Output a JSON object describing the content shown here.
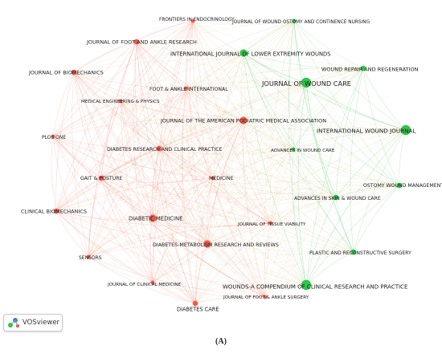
{
  "colors": {
    "red_cluster": "#f05a4a",
    "green_cluster": "#2ec548",
    "red_edge": "#f28b7d",
    "green_edge": "#5fd06f",
    "mixed_edge": "#c8a050"
  },
  "clusters": [
    {
      "id": "red",
      "color": "#f05a4a"
    },
    {
      "id": "green",
      "color": "#2ec548"
    }
  ],
  "nodes": [
    {
      "id": "frontiers",
      "label": "FRONTIERS IN ENDOCRINOLOGY",
      "cluster": "red",
      "weight": 1
    },
    {
      "id": "jwocn",
      "label": "JOURNAL OF WOUND OSTOMY AND CONTINENCE NURSING",
      "cluster": "green",
      "weight": 1
    },
    {
      "id": "jfas",
      "label": "JOURNAL OF FOOT AND ANKLE RESEARCH",
      "cluster": "red",
      "weight": 2
    },
    {
      "id": "ijlew",
      "label": "INTERNATIONAL JOURNAL OF LOWER EXTREMITY WOUNDS",
      "cluster": "green",
      "weight": 3
    },
    {
      "id": "wrr",
      "label": "WOUND REPAIR AND REGENERATION",
      "cluster": "green",
      "weight": 2
    },
    {
      "id": "jbiomech",
      "label": "JOURNAL OF BIOMECHANICS",
      "cluster": "red",
      "weight": 2
    },
    {
      "id": "jwc",
      "label": "JOURNAL OF WOUND CARE",
      "cluster": "green",
      "weight": 4
    },
    {
      "id": "foot_ankle",
      "label": "FOOT & ANKLE INTERNATIONAL",
      "cluster": "red",
      "weight": 1
    },
    {
      "id": "med_eng",
      "label": "MEDICAL ENGINEERING & PHYSICS",
      "cluster": "red",
      "weight": 1
    },
    {
      "id": "japma",
      "label": "JOURNAL OF THE AMERICAN PODIATRIC MEDICAL ASSOCIATION",
      "cluster": "red",
      "weight": 3
    },
    {
      "id": "iwj",
      "label": "INTERNATIONAL WOUND JOURNAL",
      "cluster": "green",
      "weight": 4
    },
    {
      "id": "plosone",
      "label": "PLOS ONE",
      "cluster": "red",
      "weight": 1
    },
    {
      "id": "drcp",
      "label": "DIABETES RESEARCH AND CLINICAL PRACTICE",
      "cluster": "red",
      "weight": 2
    },
    {
      "id": "awc",
      "label": "ADVANCES IN WOUND CARE",
      "cluster": "green",
      "weight": 1
    },
    {
      "id": "gait",
      "label": "GAIT & POSTURE",
      "cluster": "red",
      "weight": 2
    },
    {
      "id": "medicine",
      "label": "MEDICINE",
      "cluster": "red",
      "weight": 1
    },
    {
      "id": "owm",
      "label": "OSTOMY WOUND MANAGEMENT",
      "cluster": "green",
      "weight": 2
    },
    {
      "id": "asswc",
      "label": "ADVANCES IN SKIN & WOUND CARE",
      "cluster": "green",
      "weight": 2
    },
    {
      "id": "clinbio",
      "label": "CLINICAL BIOMECHANICS",
      "cluster": "red",
      "weight": 2
    },
    {
      "id": "dm",
      "label": "DIABETIC MEDICINE",
      "cluster": "red",
      "weight": 3
    },
    {
      "id": "jtv",
      "label": "JOURNAL OF TISSUE VIABILITY",
      "cluster": "red",
      "weight": 1
    },
    {
      "id": "dmrr",
      "label": "DIABETES-METABOLISM RESEARCH AND REVIEWS",
      "cluster": "red",
      "weight": 3
    },
    {
      "id": "sensors",
      "label": "SENSORS",
      "cluster": "red",
      "weight": 1
    },
    {
      "id": "prs",
      "label": "PLASTIC AND RECONSTRUCTIVE SURGERY",
      "cluster": "green",
      "weight": 2
    },
    {
      "id": "jcm",
      "label": "JOURNAL OF CLINICAL MEDICINE",
      "cluster": "red",
      "weight": 1
    },
    {
      "id": "wounds",
      "label": "WOUNDS-A COMPENDIUM OF CLINICAL RESEARCH AND PRACTICE",
      "cluster": "green",
      "weight": 4
    },
    {
      "id": "jfas2",
      "label": "JOURNAL OF FOOT & ANKLE SURGERY",
      "cluster": "red",
      "weight": 1
    },
    {
      "id": "dcare",
      "label": "DIABETES CARE",
      "cluster": "red",
      "weight": 2
    }
  ],
  "badge": {
    "logo_icon": "vosviewer-logo-icon",
    "label": "VOSviewer"
  },
  "caption": "(A)"
}
